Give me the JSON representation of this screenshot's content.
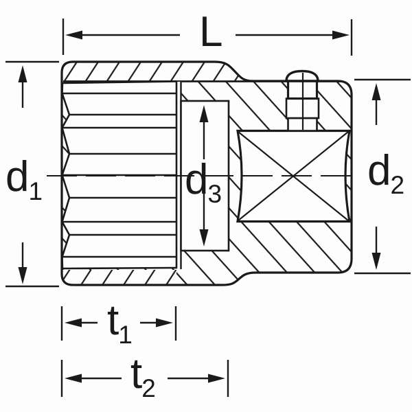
{
  "drawing": {
    "title": "Socket cross-section technical drawing",
    "line_color": "#1a1a1a",
    "background_color": "#fdfdfd",
    "features": {
      "socket_profile": "12-point internal profile",
      "drive_end": "square drive recess with detent pin"
    },
    "dimensions": {
      "length": {
        "label": "L"
      },
      "d1": {
        "base": "d",
        "subscript": "1"
      },
      "d2": {
        "base": "d",
        "subscript": "2"
      },
      "d3": {
        "base": "d",
        "subscript": "3"
      },
      "t1": {
        "base": "t",
        "subscript": "1"
      },
      "t2": {
        "base": "t",
        "subscript": "2"
      }
    }
  }
}
